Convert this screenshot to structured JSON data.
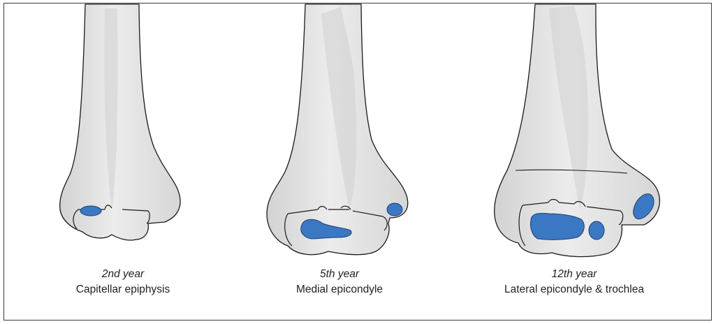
{
  "colors": {
    "bone_fill": "#e4e4e4",
    "bone_shade": "#c9c9c9",
    "bone_highlight": "#f2f2f2",
    "bone_outline": "#1a1a1a",
    "ossification_center": "#3b78c3",
    "ossification_outline": "#1f3f73",
    "frame": "#3a3a3a"
  },
  "stages": [
    {
      "age": "2nd year",
      "site": "Capitellar epiphysis"
    },
    {
      "age": "5th year",
      "site": "Medial epicondyle"
    },
    {
      "age": "12th year",
      "site": "Lateral epicondyle & trochlea"
    }
  ]
}
